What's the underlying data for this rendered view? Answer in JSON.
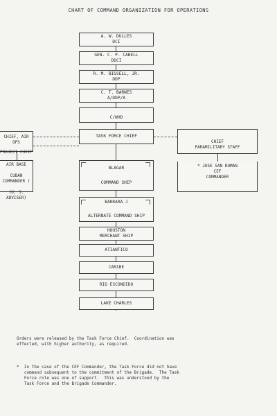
{
  "title": "CHART OF COMMAND ORGANIZATION FOR OPERATIONS",
  "chain": [
    {
      "line1": "A. W. DULLES",
      "line2": "DCI"
    },
    {
      "line1": "GEN. C. P. CABELL",
      "line2": "DDCI"
    },
    {
      "line1": "R. M. BISSELL, JR.",
      "line2": "DDP"
    },
    {
      "line1": "C. T. BARNES",
      "line2": "A/DDP/A"
    },
    {
      "line1": "C/WHD",
      "line2": ""
    },
    {
      "line1": "TASK FORCE CHIEF",
      "line2": ""
    },
    {
      "line1": "BLAGAR",
      "line2": "COMMAND SHIP"
    },
    {
      "line1": "BARRARA J",
      "line2": "ALTERNATE COMMAND SHIP"
    },
    {
      "line1": "HOUSTON",
      "line2": "MERCHANT SHIP"
    },
    {
      "line1": "ATIANTICO",
      "line2": ""
    },
    {
      "line1": "CARIBE",
      "line2": ""
    },
    {
      "line1": "RIO ESCONDIDO",
      "line2": ""
    },
    {
      "line1": "LAKE CHARLES",
      "line2": ""
    }
  ],
  "left_side": {
    "box1_line1": "CHIEF, AIR OPS",
    "box1_line2": "PROJECT CHIEF",
    "box2_line1": "AIR BASE",
    "box2_line2": "CUBAN COMMANDER )",
    "box2_line3": "(U. S. ADVISER)"
  },
  "right_side": {
    "box1_line1": "CHIEF",
    "box1_line2": "PARAMILITARY STAFF",
    "box2_line1": "* JOSE SAN ROMAN",
    "box2_line2": "CEF",
    "box2_line3": "COMMANDER"
  },
  "notes": {
    "para1": "Orders were released by the Task Force Chief.  Coordination was\neffected, with higher authority, as required.",
    "para2": "*  In the case of the CEF Commander, the Task Force did not have\n   command subsequent to the commitment of the Brigade.  The Task\n   Force role was one of support.  This was understood by the\n   Task Force and the Brigade Commander."
  }
}
